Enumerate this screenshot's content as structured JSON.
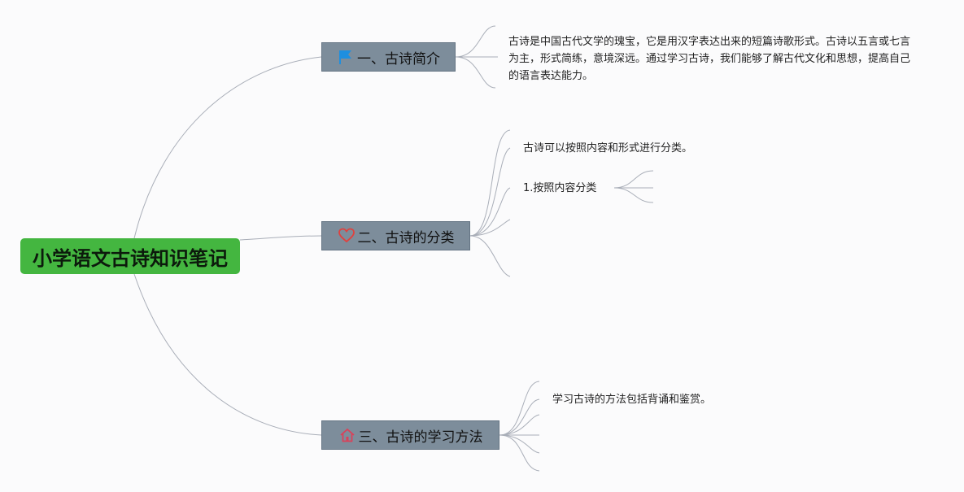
{
  "root": {
    "title": "小学语文古诗知识笔记"
  },
  "branches": [
    {
      "title": "一、古诗简介",
      "icon": "flag-icon",
      "children": [
        "古诗是中国古代文学的瑰宝，它是用汉字表达出来的短篇诗歌形式。古诗以五言或七言为主，形式简练，意境深远。通过学习古诗，我们能够了解古代文化和思想，提高自己的语言表达能力。"
      ]
    },
    {
      "title": "二、古诗的分类",
      "icon": "heart-icon",
      "children": [
        "古诗可以按照内容和形式进行分类。",
        "1.按照内容分类"
      ]
    },
    {
      "title": "三、古诗的学习方法",
      "icon": "home-icon",
      "children": [
        "学习古诗的方法包括背诵和鉴赏。"
      ]
    }
  ],
  "colors": {
    "root": "#44b640",
    "branch": "#7d8d9b",
    "connector": "#a9aeb8",
    "flag": "#1e8fe0",
    "heart": "#e0413e",
    "home": "#d9425a"
  }
}
